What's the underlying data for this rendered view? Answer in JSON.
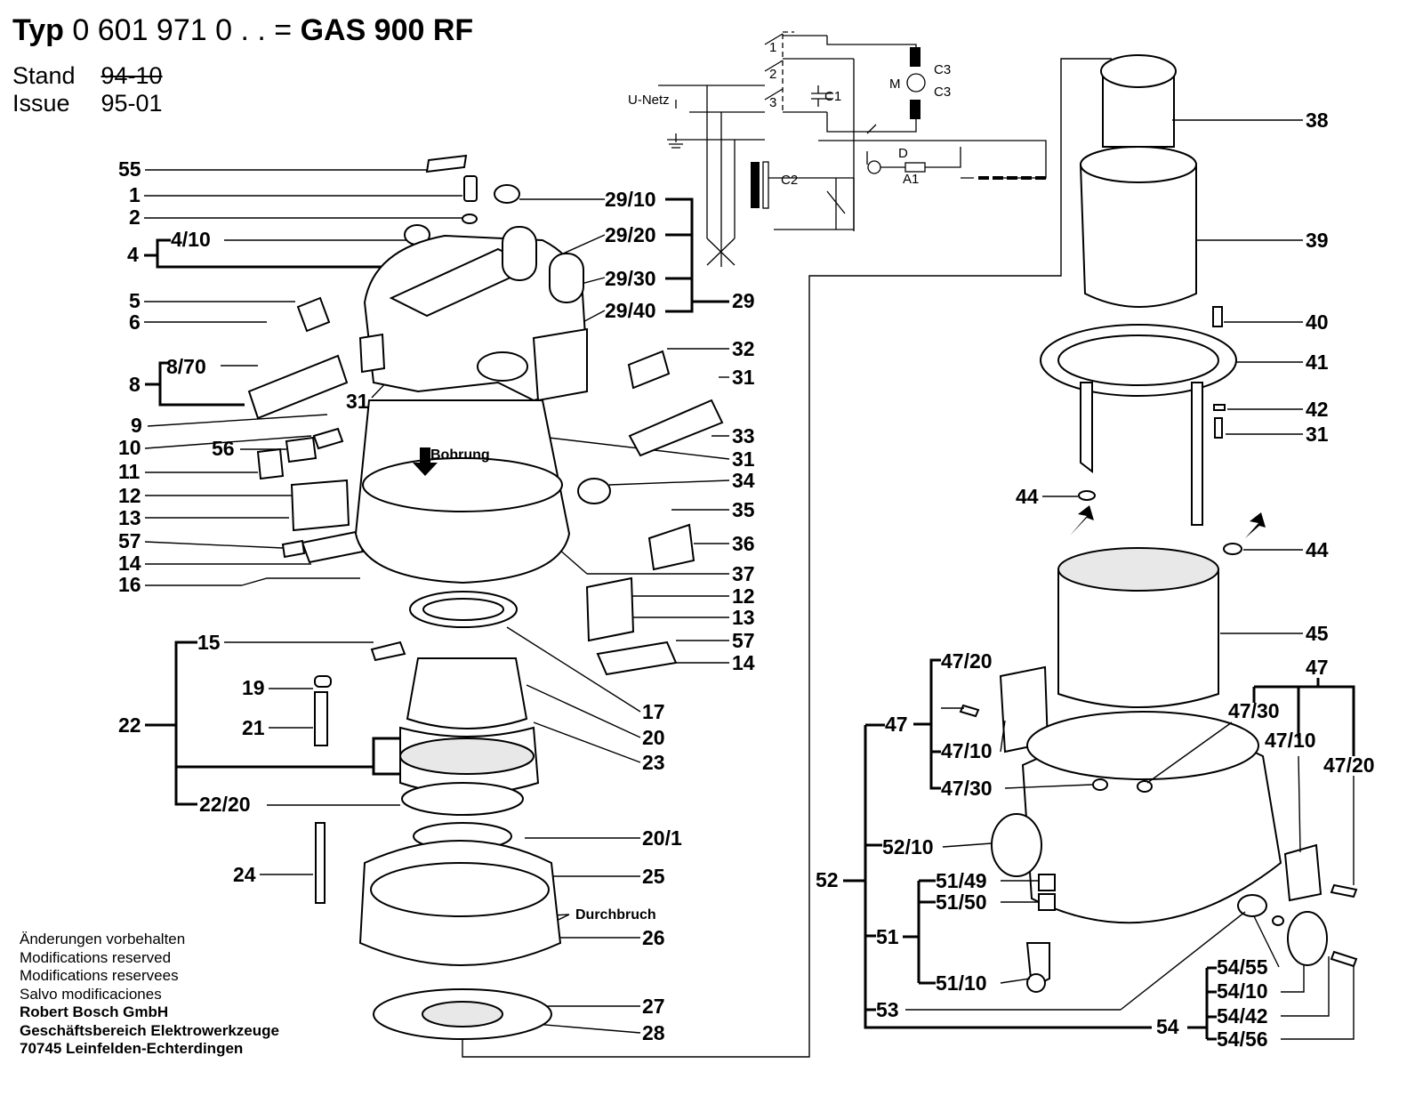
{
  "header": {
    "typ_label": "Typ",
    "typ_number": "0 601 971 0 . .",
    "equals": "=",
    "model": "GAS 900 RF",
    "stand_label": "Stand",
    "stand_value": "94-10",
    "issue_label": "Issue",
    "issue_value": "95-01"
  },
  "circuit": {
    "u_netz": "U-Netz",
    "c1": "C1",
    "c2": "C2",
    "c3a": "C3",
    "c3b": "C3",
    "m": "M",
    "d": "D",
    "a1": "A1",
    "s1": "1",
    "s2": "2",
    "s3": "3"
  },
  "annotations": {
    "bohrung": "Bohrung",
    "durchbruch": "Durchbruch"
  },
  "labels": {
    "l55": "55",
    "l1": "1",
    "l2": "2",
    "l4_10": "4/10",
    "l4": "4",
    "l5": "5",
    "l6": "6",
    "l8_70": "8/70",
    "l8": "8",
    "l9": "9",
    "l10": "10",
    "l56": "56",
    "l11": "11",
    "l12": "12",
    "l13": "13",
    "l57": "57",
    "l14": "14",
    "l16": "16",
    "l31a": "31",
    "l29_10": "29/10",
    "l29_20": "29/20",
    "l29_30": "29/30",
    "l29_40": "29/40",
    "l29": "29",
    "l32": "32",
    "l31b": "31",
    "l33": "33",
    "l31c": "31",
    "l34": "34",
    "l35": "35",
    "l36": "36",
    "l37": "37",
    "l12b": "12",
    "l13b": "13",
    "l57b": "57",
    "l14b": "14",
    "l15": "15",
    "l19": "19",
    "l21": "21",
    "l22": "22",
    "l22_20": "22/20",
    "l24": "24",
    "l17": "17",
    "l20": "20",
    "l23": "23",
    "l20_1": "20/1",
    "l25": "25",
    "l26": "26",
    "l27": "27",
    "l28": "28",
    "l38": "38",
    "l39": "39",
    "l40": "40",
    "l41": "41",
    "l42": "42",
    "l31d": "31",
    "l44a": "44",
    "l44b": "44",
    "l45": "45",
    "l47_20a": "47/20",
    "l47a": "47",
    "l47_10a": "47/10",
    "l47_30a": "47/30",
    "l47b": "47",
    "l47_30b": "47/30",
    "l47_10b": "47/10",
    "l47_20b": "47/20",
    "l52_10": "52/10",
    "l52": "52",
    "l51_49": "51/49",
    "l51_50": "51/50",
    "l51": "51",
    "l51_10": "51/10",
    "l53": "53",
    "l54": "54",
    "l54_55": "54/55",
    "l54_10": "54/10",
    "l54_42": "54/42",
    "l54_56": "54/56"
  },
  "footer": {
    "line1": "Änderungen vorbehalten",
    "line2": "Modifications reserved",
    "line3": "Modifications reservees",
    "line4": "Salvo modificaciones",
    "line5": "Robert Bosch GmbH",
    "line6": "Geschäftsbereich Elektrowerkzeuge",
    "line7": "70745 Leinfelden-Echterdingen"
  }
}
